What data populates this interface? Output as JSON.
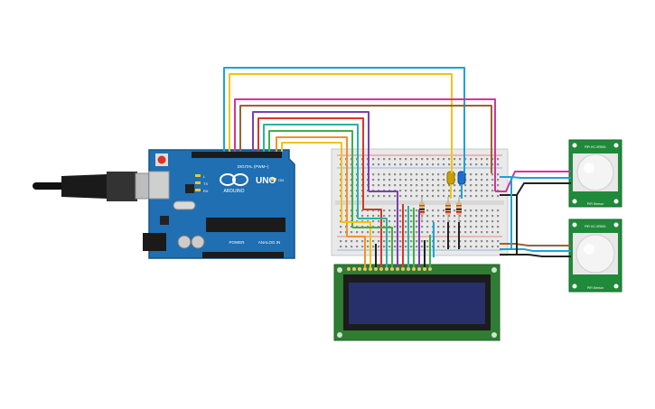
{
  "arduino": {
    "brand": "ARDUINO",
    "model": "UNO",
    "digital_label": "DIGITAL (PWM~)",
    "power_label": "POWER",
    "analog_label": "ANALOG IN",
    "led_labels": [
      "L",
      "TX",
      "RX"
    ],
    "on_label": "ON"
  },
  "sensor_top": {
    "top_text": "PIR HC-SR501",
    "side_text": "PIR Sensor"
  },
  "sensor_bottom": {
    "top_text": "PIR HC-SR501",
    "side_text": "PIR Sensor"
  },
  "colors": {
    "board": "#1f6fb2",
    "breadboard": "#e9e9e9",
    "lcd_frame": "#2f7d32",
    "lcd_screen": "#27306a",
    "pir_board": "#1f8a3a",
    "wire_blue": "#1aa3d9",
    "wire_yellow": "#f1c40f",
    "wire_magenta": "#d6339a",
    "wire_brown": "#9a6233",
    "wire_purple": "#7d3fb0",
    "wire_red": "#d9362b",
    "wire_teal": "#2bb3a3",
    "wire_green": "#3fb04a",
    "wire_orange": "#f0932b",
    "wire_black": "#222222",
    "led_yellow": "#c8a000",
    "led_blue": "#1c6fd0"
  }
}
